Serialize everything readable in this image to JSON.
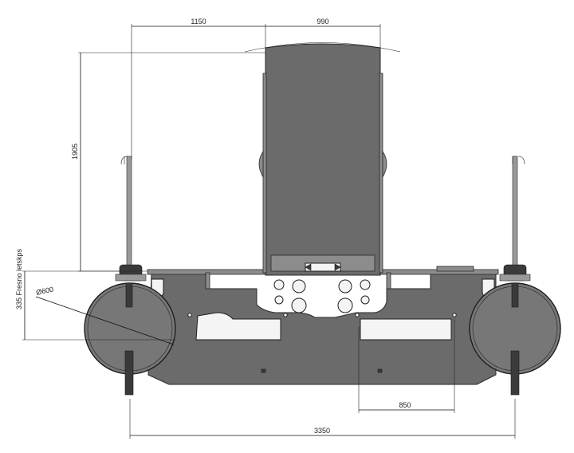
{
  "dimensions": {
    "top_left": "1150",
    "top_right": "990",
    "height": "1905",
    "wheel_height": "335 Fresno letskps",
    "diameter": "Ø600",
    "lower_width": "850",
    "overall_width": "3350"
  },
  "colors": {
    "body": "#6b6b6b",
    "line": "#1a1a1a",
    "background": "#ffffff"
  }
}
